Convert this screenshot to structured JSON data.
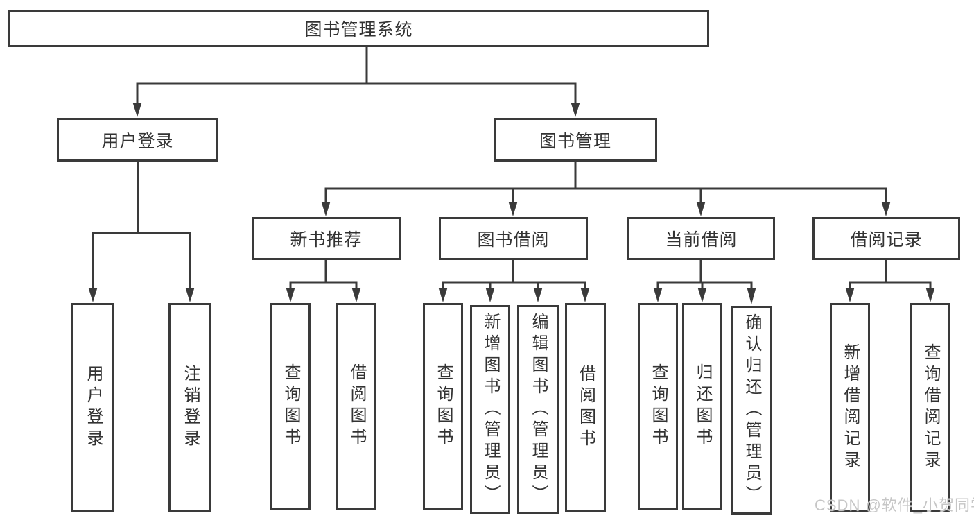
{
  "diagram": {
    "root": {
      "label": "图书管理系统"
    },
    "level2": {
      "user_login": {
        "label": "用户登录"
      },
      "book_management": {
        "label": "图书管理"
      }
    },
    "level3": {
      "new_book": {
        "label": "新书推荐"
      },
      "book_borrow": {
        "label": "图书借阅"
      },
      "current_borrow": {
        "label": "当前借阅"
      },
      "borrow_record": {
        "label": "借阅记录"
      }
    },
    "leaves": {
      "user_login": [
        "用户登录",
        "注销登录"
      ],
      "new_book": [
        "查询图书",
        "借阅图书"
      ],
      "book_borrow": [
        "查询图书",
        "新增图书（管理员）",
        "编辑图书（管理员）",
        "借阅图书"
      ],
      "current_borrow": [
        "查询图书",
        "归还图书",
        "确认归还（管理员）"
      ],
      "borrow_record": [
        "新增借阅记录",
        "查询借阅记录"
      ]
    }
  },
  "watermark": {
    "text": "CSDN @软件_小贺同学"
  },
  "colors": {
    "line": "#3a3a3a",
    "text": "#333333",
    "background": "#ffffff",
    "watermark": "#c6c6c6"
  }
}
